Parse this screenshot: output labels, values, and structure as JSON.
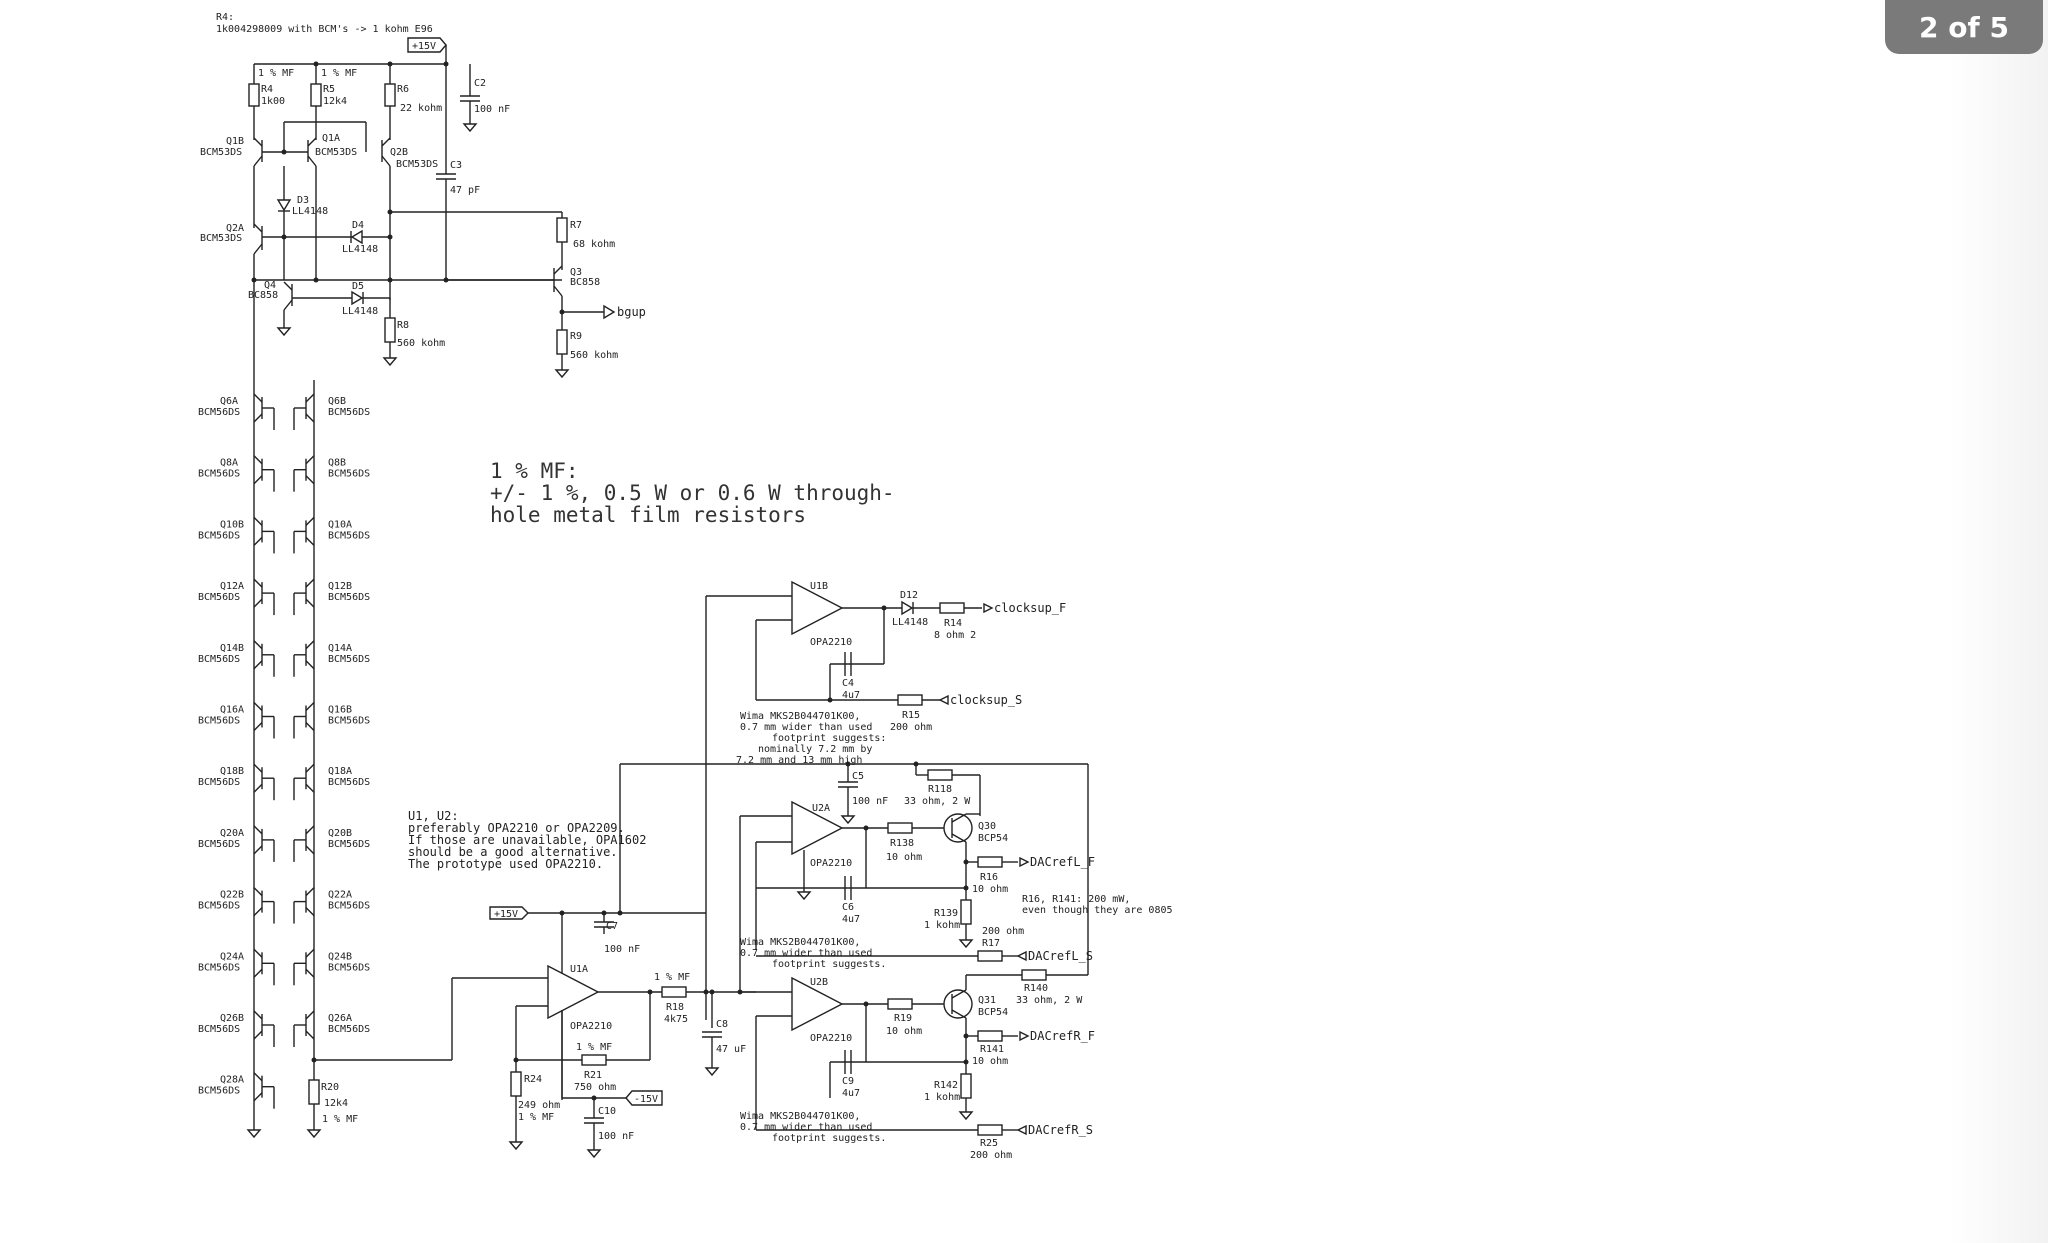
{
  "page_counter": "2 of 5",
  "r4_note": {
    "line1": "R4:",
    "line2": "1k004298009 with BCM's -> 1 kohm E96"
  },
  "rails": {
    "pos_top": "+15V",
    "pos_mid": "+15V",
    "neg": "-15V"
  },
  "nets": {
    "bgup": "bgup",
    "clocksup_f": "clocksup_F",
    "clocksup_s": "clocksup_S",
    "dacrefl_f": "DACrefL_F",
    "dacrefl_s": "DACrefL_S",
    "dacrefr_f": "DACrefR_F",
    "dacrefr_s": "DACrefR_S"
  },
  "mf_tags": {
    "a": "1 % MF",
    "b": "1 % MF",
    "c": "1 % MF",
    "d": "1 % MF",
    "e": "1 % MF",
    "f": "1 % MF"
  },
  "parts": {
    "r4": {
      "ref": "R4",
      "val": "1k00"
    },
    "r5": {
      "ref": "R5",
      "val": "12k4"
    },
    "r6": {
      "ref": "R6",
      "val": "22 kohm"
    },
    "c2": {
      "ref": "C2",
      "val": "100 nF"
    },
    "c3": {
      "ref": "C3",
      "val": "47 pF"
    },
    "q1b": {
      "ref": "Q1B",
      "val": "BCM53DS"
    },
    "q1a": {
      "ref": "Q1A",
      "val": "BCM53DS"
    },
    "q2b": {
      "ref": "Q2B",
      "val": "BCM53DS"
    },
    "q2a": {
      "ref": "Q2A",
      "val": "BCM53DS"
    },
    "d3": {
      "ref": "D3",
      "val": "LL4148"
    },
    "d4": {
      "ref": "D4",
      "val": "LL4148"
    },
    "d5": {
      "ref": "D5",
      "val": "LL4148"
    },
    "q4": {
      "ref": "Q4",
      "val": "BC858"
    },
    "r7": {
      "ref": "R7",
      "val": "68 kohm"
    },
    "q3": {
      "ref": "Q3",
      "val": "BC858"
    },
    "r8": {
      "ref": "R8",
      "val": "560 kohm"
    },
    "r9": {
      "ref": "R9",
      "val": "560 kohm"
    },
    "r20": {
      "ref": "R20",
      "val": "12k4"
    },
    "u1b": {
      "ref": "U1B",
      "val": "OPA2210"
    },
    "u2a": {
      "ref": "U2A",
      "val": "OPA2210"
    },
    "u2b": {
      "ref": "U2B",
      "val": "OPA2210"
    },
    "u1a": {
      "ref": "U1A",
      "val": "OPA2210"
    },
    "d12": {
      "ref": "D12",
      "val": "LL4148"
    },
    "r14": {
      "ref": "R14",
      "val": "8 ohm 2"
    },
    "c4": {
      "ref": "C4",
      "val": "4u7"
    },
    "r15": {
      "ref": "R15",
      "val": "200 ohm"
    },
    "c5": {
      "ref": "C5",
      "val": "100 nF"
    },
    "r118": {
      "ref": "R118",
      "val": "33 ohm, 2 W"
    },
    "r138": {
      "ref": "R138",
      "val": "10 ohm"
    },
    "q30": {
      "ref": "Q30",
      "val": "BCP54"
    },
    "r16": {
      "ref": "R16",
      "val": "10 ohm"
    },
    "c6": {
      "ref": "C6",
      "val": "4u7"
    },
    "r139": {
      "ref": "R139",
      "val": "1 kohm"
    },
    "r17": {
      "ref": "R17",
      "val": "200 ohm"
    },
    "c7": {
      "ref": "C7",
      "val": "100 nF"
    },
    "r18": {
      "ref": "R18",
      "val": "4k75"
    },
    "c8": {
      "ref": "C8",
      "val": "47 uF"
    },
    "r21": {
      "ref": "R21",
      "val": "750 ohm"
    },
    "r24": {
      "ref": "R24",
      "val": "249 ohm"
    },
    "c10": {
      "ref": "C10",
      "val": "100 nF"
    },
    "r19": {
      "ref": "R19",
      "val": "10 ohm"
    },
    "q31": {
      "ref": "Q31",
      "val": "BCP54"
    },
    "r140": {
      "ref": "R140",
      "val": "33 ohm, 2 W"
    },
    "r141": {
      "ref": "R141",
      "val": "10 ohm"
    },
    "c9": {
      "ref": "C9",
      "val": "4u7"
    },
    "r142": {
      "ref": "R142",
      "val": "1 kohm"
    },
    "r25": {
      "ref": "R25",
      "val": "200 ohm"
    }
  },
  "ladder_left": [
    {
      "ref": "Q6A",
      "val": "BCM56DS"
    },
    {
      "ref": "Q8A",
      "val": "BCM56DS"
    },
    {
      "ref": "Q10B",
      "val": "BCM56DS"
    },
    {
      "ref": "Q12A",
      "val": "BCM56DS"
    },
    {
      "ref": "Q14B",
      "val": "BCM56DS"
    },
    {
      "ref": "Q16A",
      "val": "BCM56DS"
    },
    {
      "ref": "Q18B",
      "val": "BCM56DS"
    },
    {
      "ref": "Q20A",
      "val": "BCM56DS"
    },
    {
      "ref": "Q22B",
      "val": "BCM56DS"
    },
    {
      "ref": "Q24A",
      "val": "BCM56DS"
    },
    {
      "ref": "Q26B",
      "val": "BCM56DS"
    },
    {
      "ref": "Q28A",
      "val": "BCM56DS"
    }
  ],
  "ladder_right": [
    {
      "ref": "Q6B",
      "val": "BCM56DS"
    },
    {
      "ref": "Q8B",
      "val": "BCM56DS"
    },
    {
      "ref": "Q10A",
      "val": "BCM56DS"
    },
    {
      "ref": "Q12B",
      "val": "BCM56DS"
    },
    {
      "ref": "Q14A",
      "val": "BCM56DS"
    },
    {
      "ref": "Q16B",
      "val": "BCM56DS"
    },
    {
      "ref": "Q18A",
      "val": "BCM56DS"
    },
    {
      "ref": "Q20B",
      "val": "BCM56DS"
    },
    {
      "ref": "Q22A",
      "val": "BCM56DS"
    },
    {
      "ref": "Q24B",
      "val": "BCM56DS"
    },
    {
      "ref": "Q26A",
      "val": "BCM56DS"
    }
  ],
  "notes": {
    "mf": [
      "1 % MF:",
      "+/- 1 %, 0.5 W or 0.6 W through-",
      "hole metal film resistors"
    ],
    "u1u2": [
      "U1, U2:",
      "preferably OPA2210 or OPA2209.",
      "If those are unavailable, OPA1602",
      "should be a good alternative.",
      "The prototype used OPA2210."
    ],
    "wima1": [
      "Wima MKS2B044701K00,",
      "0.7 mm wider than used",
      "footprint suggests:",
      "nominally 7.2 mm by",
      "7.2 mm and 13 mm high"
    ],
    "wima2": [
      "Wima MKS2B044701K00,",
      "0.7 mm wider than used",
      "footprint suggests."
    ],
    "wima3": [
      "Wima MKS2B044701K00,",
      "0.7 mm wider than used",
      "footprint suggests."
    ],
    "r16note": [
      "R16, R141: 200 mW,",
      "even though they are 0805"
    ]
  }
}
